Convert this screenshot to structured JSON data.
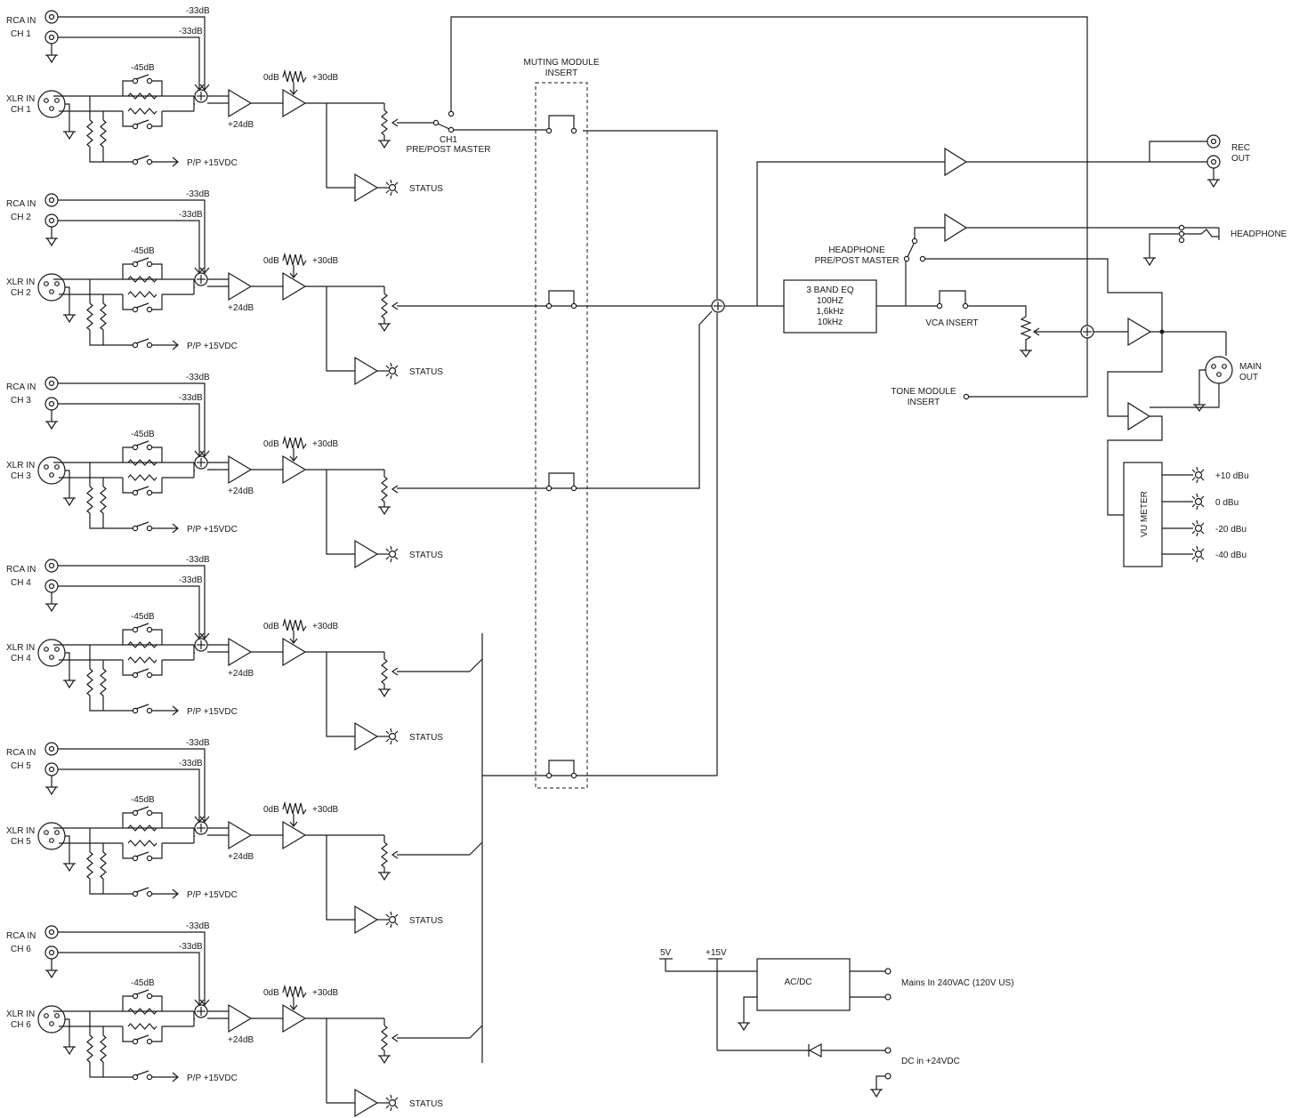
{
  "labels": {
    "rca_prefix": "RCA IN",
    "xlr_prefix": "XLR IN",
    "gain_rca": "-33dB",
    "gain_pad": "-45dB",
    "gain_preamp": "+24dB",
    "trim_min": "0dB",
    "trim_max": "+30dB",
    "phantom": "P/P +15VDC",
    "status": "STATUS",
    "ch1_switch_line1": "CH1",
    "ch1_switch_line2": "PRE/POST MASTER",
    "muting_line1": "MUTING MODULE",
    "muting_line2": "INSERT",
    "rec_line1": "REC",
    "rec_line2": "OUT",
    "headphone": "HEADPHONE",
    "hp_switch_line1": "HEADPHONE",
    "hp_switch_line2": "PRE/POST MASTER",
    "eq_line1": "3 BAND EQ",
    "eq_line2": "100HZ",
    "eq_line3": "1,6kHz",
    "eq_line4": "10kHz",
    "vca_insert": "VCA INSERT",
    "tone_line1": "TONE MODULE",
    "tone_line2": "INSERT",
    "main_line1": "MAIN",
    "main_line2": "OUT",
    "vu_meter": "VU METER",
    "acdc": "AC/DC",
    "v5": "5V",
    "v15": "+15V",
    "mains_in": "Mains In 240VAC (120V US)",
    "dc_in": "DC in +24VDC"
  },
  "channels": [
    {
      "name": "CH 1"
    },
    {
      "name": "CH 2"
    },
    {
      "name": "CH 3"
    },
    {
      "name": "CH 4"
    },
    {
      "name": "CH 5"
    },
    {
      "name": "CH 6"
    }
  ],
  "vu_levels": [
    "+10 dBu",
    "0 dBu",
    "-20 dBu",
    "-40 dBu"
  ]
}
